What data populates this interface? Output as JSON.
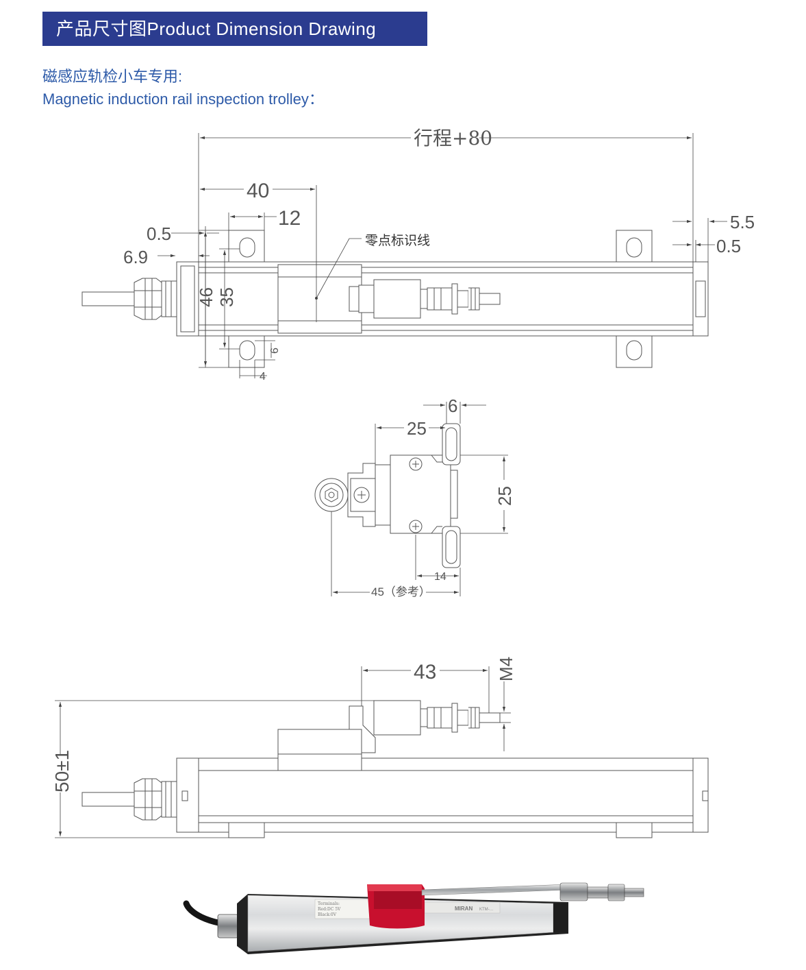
{
  "header": {
    "title": "产品尺寸图Product Dimension Drawing"
  },
  "subtitle": {
    "zh": "磁感应轨检小车专用:",
    "en": "Magnetic induction rail inspection trolley："
  },
  "top_view": {
    "travel": "行程+80",
    "d40": "40",
    "d12": "12",
    "d05_left": "0.5",
    "d69": "6.9",
    "d46": "46",
    "d35": "35",
    "d6": "6",
    "d4": "4",
    "d55": "5.5",
    "d05_right": "0.5",
    "zero_line": "零点标识线"
  },
  "end_view": {
    "d6": "6",
    "d25_top": "25",
    "d25_side": "25",
    "d14": "14",
    "d45": "45（参考）"
  },
  "side_view": {
    "d43": "43",
    "m4": "M4",
    "d50": "50±1"
  },
  "photo": {
    "label_lines": [
      "Terminals:",
      "Red:DC 5V",
      "Black:0V"
    ],
    "brand": "MIRAN",
    "model": "KTM-…"
  },
  "colors": {
    "banner": "#2b3c8f",
    "subtitle": "#2d5aa8",
    "slider_red": "#c8102e"
  }
}
